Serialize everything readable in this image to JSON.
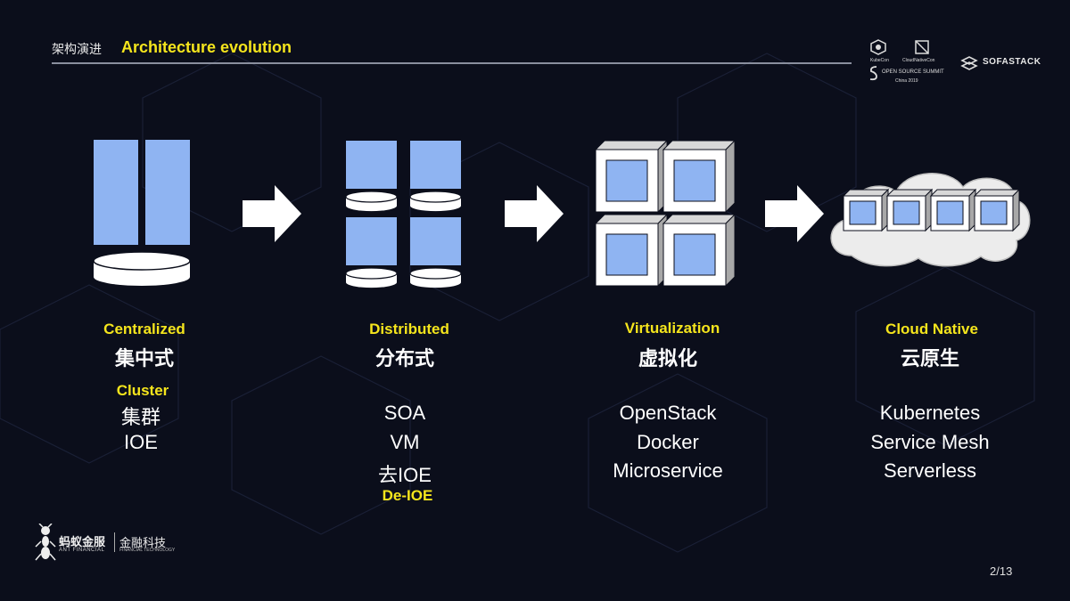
{
  "header": {
    "title_cn": "架构演进",
    "title_en": "Architecture evolution"
  },
  "logos": {
    "kubecon": "KubeCon",
    "cloudnativecon": "CloudNativeCon",
    "open_source_summit": "OPEN SOURCE SUMMIT",
    "china": "China 2019",
    "sofastack": "SOFASTACK"
  },
  "stages": [
    {
      "en": "Centralized",
      "cn": "集中式",
      "sub_en": "Cluster",
      "items": [
        "集群",
        "IOE"
      ]
    },
    {
      "en": "Distributed",
      "cn": "分布式",
      "items": [
        "SOA",
        "VM",
        "去IOE"
      ],
      "sub_en_after": "De-IOE"
    },
    {
      "en": "Virtualization",
      "cn": "虚拟化",
      "items": [
        "OpenStack",
        "Docker",
        "Microservice"
      ]
    },
    {
      "en": "Cloud Native",
      "cn": "云原生",
      "items": [
        "Kubernetes",
        "Service Mesh",
        "Serverless"
      ]
    }
  ],
  "footer": {
    "ant_cn": "蚂蚁金服",
    "ant_en": "ANT FINANCIAL",
    "fintech_cn": "金融科技",
    "fintech_en": "FINANCIAL TECHNOLOGY",
    "page": "2/13"
  },
  "colors": {
    "background": "#0b0e1b",
    "accent_yellow": "#f5e51c",
    "block_blue": "#8fb4f2",
    "white": "#ffffff"
  }
}
